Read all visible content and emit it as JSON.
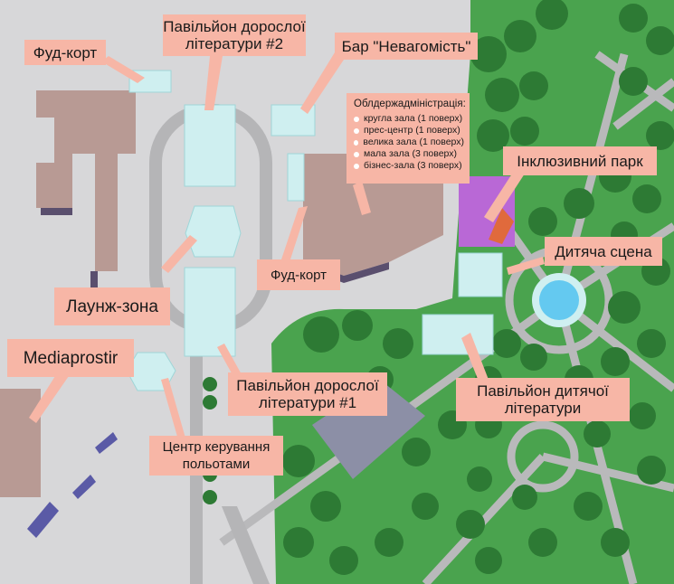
{
  "colors": {
    "background": "#d7d7d9",
    "grass": "#4aa34e",
    "tree": "#2d7a34",
    "building": "#b89a94",
    "pavilion": "#cfeff0",
    "label_bg": "#f7b6a6",
    "path": "#bdbdbf",
    "water": "#64c9f0",
    "inclusive_park": "#b968d6"
  },
  "labels": {
    "food_court_1": "Фуд-корт",
    "adult_pavilion_2": [
      "Павільйон дорослої",
      "літератури #2"
    ],
    "bar": "Бар \"Невагомість\"",
    "regional_admin": {
      "title": "Облдержадміністрація:",
      "items": [
        "кругла зала (1 поверх)",
        "прес-центр (1 поверх)",
        "велика зала (1 поверх)",
        "мала зала (3 поверх)",
        "бізнес-зала (3 поверх)"
      ]
    },
    "inclusive_park": "Інклюзивний парк",
    "kids_stage": "Дитяча сцена",
    "food_court_2": "Фуд-корт",
    "lounge": "Лаунж-зона",
    "mediaprostir": "Mediaprostir",
    "adult_pavilion_1": [
      "Павільйон дорослої",
      "літератури #1"
    ],
    "kids_pavilion": [
      "Павільйон дитячої",
      "літератури"
    ],
    "flight_control": [
      "Центр керування",
      "польотами"
    ]
  }
}
